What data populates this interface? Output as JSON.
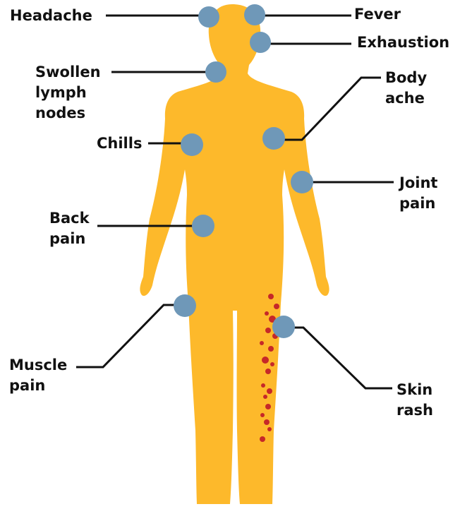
{
  "colors": {
    "body": "#FDB92B",
    "marker": "#6F98B8",
    "marker_overlap": "#6C7F54",
    "leader": "#111111",
    "rash": "#C62828"
  },
  "labels": {
    "headache": "Headache",
    "swollen_lymph_nodes": [
      "Swollen",
      "lymph",
      "nodes"
    ],
    "chills": "Chills",
    "back_pain": [
      "Back",
      "pain"
    ],
    "muscle_pain": [
      "Muscle",
      "pain"
    ],
    "fever": "Fever",
    "exhaustion": "Exhaustion",
    "body_ache": [
      "Body",
      "ache"
    ],
    "joint_pain": [
      "Joint",
      "pain"
    ],
    "skin_rash": [
      "Skin",
      "rash"
    ]
  }
}
